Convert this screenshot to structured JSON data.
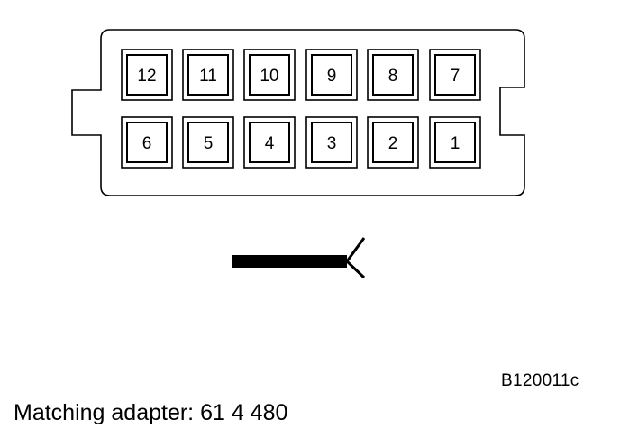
{
  "diagram": {
    "pins_top_row": [
      "12",
      "11",
      "10",
      "9",
      "8",
      "7"
    ],
    "pins_bottom_row": [
      "6",
      "5",
      "4",
      "3",
      "2",
      "1"
    ],
    "figure_code": "B120011c",
    "caption": "Matching adapter: 61 4 480"
  },
  "colors": {
    "line": "#000000",
    "background": "#ffffff"
  }
}
